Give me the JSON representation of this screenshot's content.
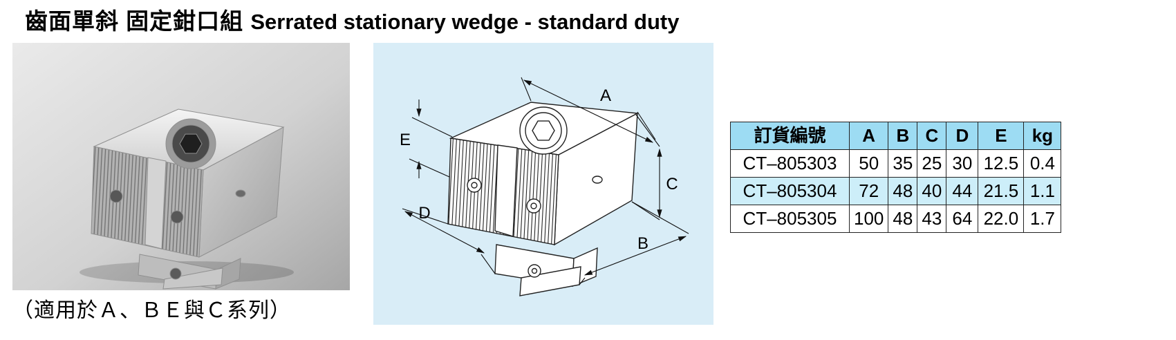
{
  "title": {
    "zh": "齒面單斜  固定鉗口組",
    "en": "Serrated stationary wedge - standard duty"
  },
  "photo": {
    "caption": "（適用於Ａ、ＢＥ與Ｃ系列）"
  },
  "diagram": {
    "labels": {
      "a": "A",
      "b": "B",
      "c": "C",
      "d": "D",
      "e": "E"
    }
  },
  "table": {
    "headers": [
      "訂貨編號",
      "A",
      "B",
      "C",
      "D",
      "E",
      "kg"
    ],
    "rows": [
      [
        "CT–805303",
        "50",
        "35",
        "25",
        "30",
        "12.5",
        "0.4"
      ],
      [
        "CT–805304",
        "72",
        "48",
        "40",
        "44",
        "21.5",
        "1.1"
      ],
      [
        "CT–805305",
        "100",
        "48",
        "43",
        "64",
        "22.0",
        "1.7"
      ]
    ]
  },
  "colors": {
    "diagram_bg": "#d9edf7",
    "table_header_bg": "#9ddcf3",
    "table_alt_row_bg": "#cdeef9"
  }
}
